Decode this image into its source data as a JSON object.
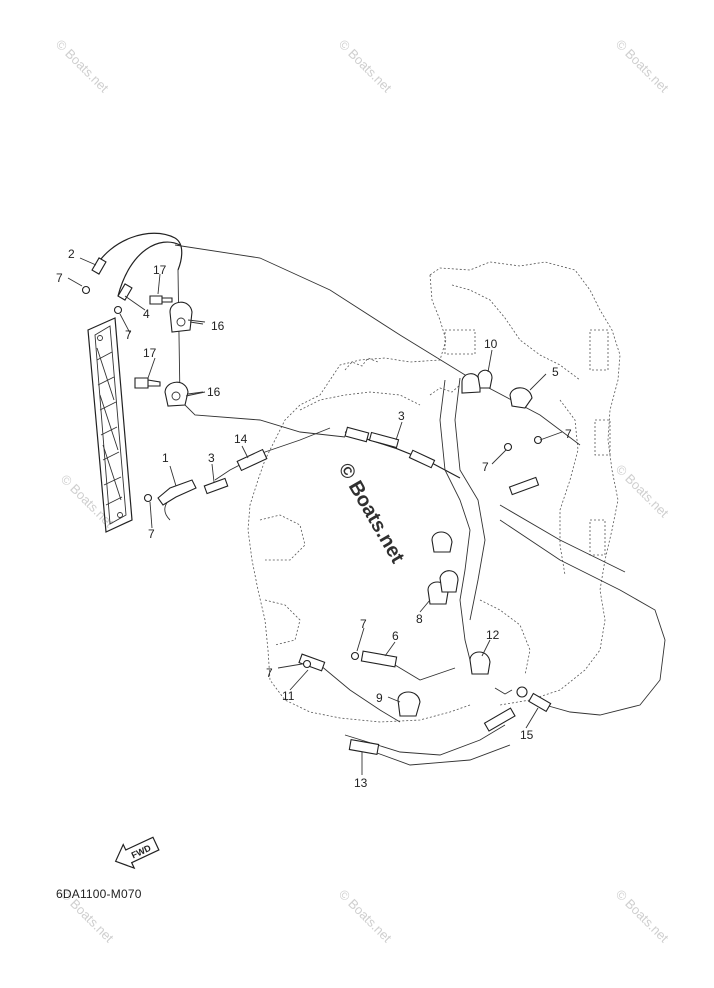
{
  "diagram_code": "6DA1100-M070",
  "fwd_label": "FWD",
  "watermarks": {
    "small": "© Boats.net",
    "center": "© Boats.net"
  },
  "callouts": {
    "c1": "1",
    "c2": "2",
    "c3a": "3",
    "c3b": "3",
    "c4": "4",
    "c5": "5",
    "c6": "6",
    "c7a": "7",
    "c7b": "7",
    "c7c": "7",
    "c7d": "7",
    "c7e": "7",
    "c7f": "7",
    "c7g": "7",
    "c8": "8",
    "c9": "9",
    "c10": "10",
    "c11": "11",
    "c12": "12",
    "c13": "13",
    "c14": "14",
    "c15": "15",
    "c16a": "16",
    "c16b": "16",
    "c17a": "17",
    "c17b": "17"
  }
}
